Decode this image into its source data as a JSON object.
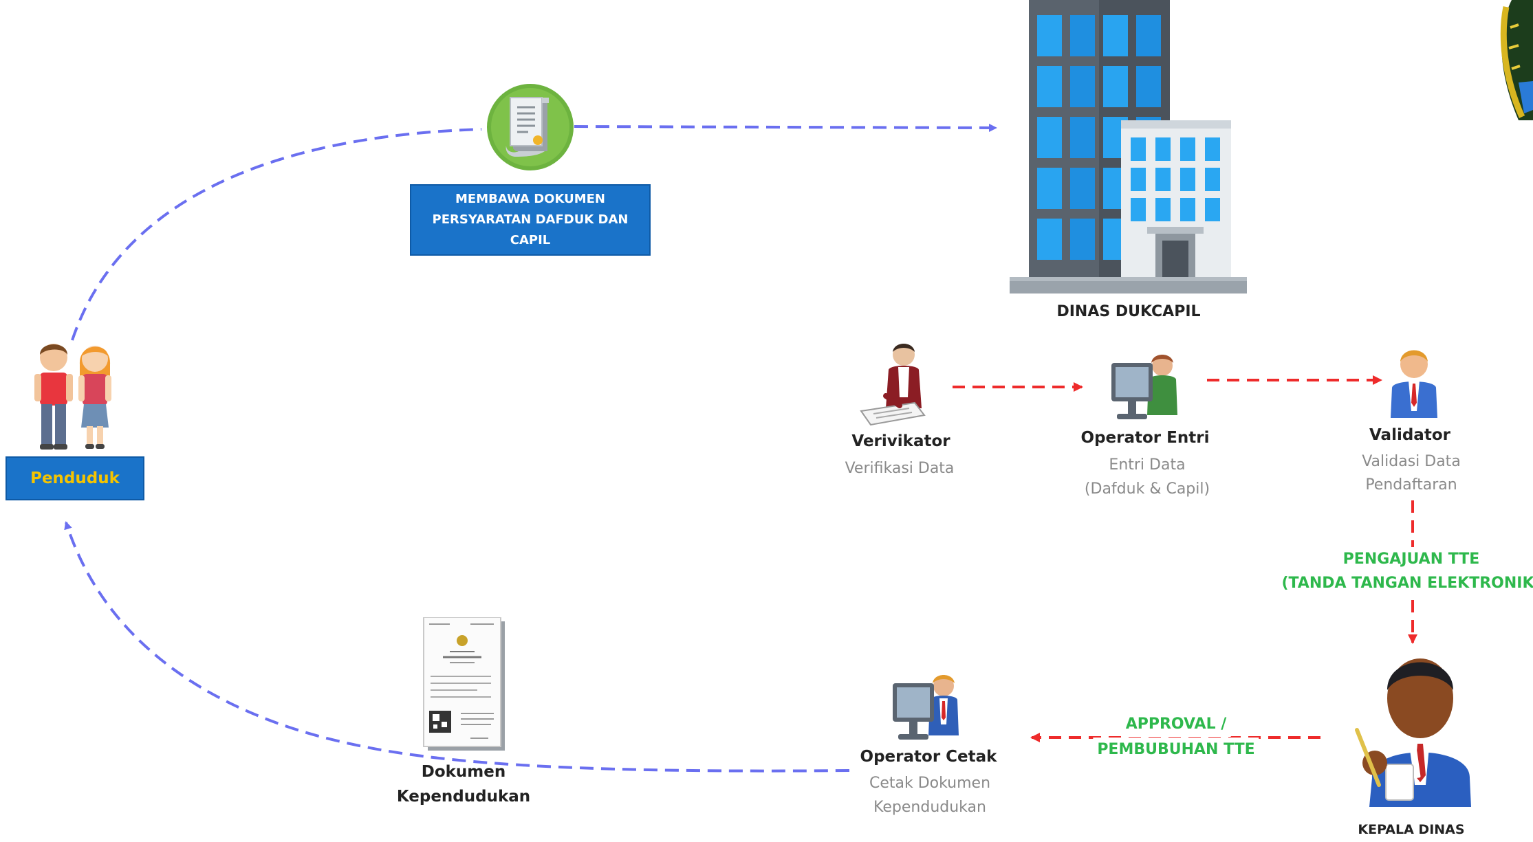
{
  "top_box": {
    "line1": "MEMBAWA DOKUMEN",
    "line2": "PERSYARATAN DAFDUK DAN CAPIL"
  },
  "building_label": "DINAS DUKCAPIL",
  "penduduk_label": "Penduduk",
  "verifikator": {
    "title": "Verivikator",
    "desc": "Verifikasi Data"
  },
  "operator_entri": {
    "title": "Operator Entri",
    "desc1": "Entri Data",
    "desc2": "(Dafduk & Capil)"
  },
  "validator": {
    "title": "Validator",
    "desc1": "Validasi Data",
    "desc2": "Pendaftaran"
  },
  "pengajuan": {
    "line1": "PENGAJUAN TTE",
    "line2": "(TANDA TANGAN ELEKTRONIK)"
  },
  "kepala_dinas_label": "KEPALA DINAS",
  "approval": {
    "line1": "APPROVAL /",
    "line2": "PEMBUBUHAN TTE"
  },
  "operator_cetak": {
    "title": "Operator Cetak",
    "desc1": "Cetak Dokumen",
    "desc2": "Kependudukan"
  },
  "dokumen": {
    "line1": "Dokumen",
    "line2": "Kependudukan"
  },
  "colors": {
    "flow_blue": "#6a6ff0",
    "flow_red": "#ee2b2b",
    "box_blue": "#1a73c9",
    "penduduk_text": "#f5c400",
    "green_text": "#2eb84c"
  }
}
